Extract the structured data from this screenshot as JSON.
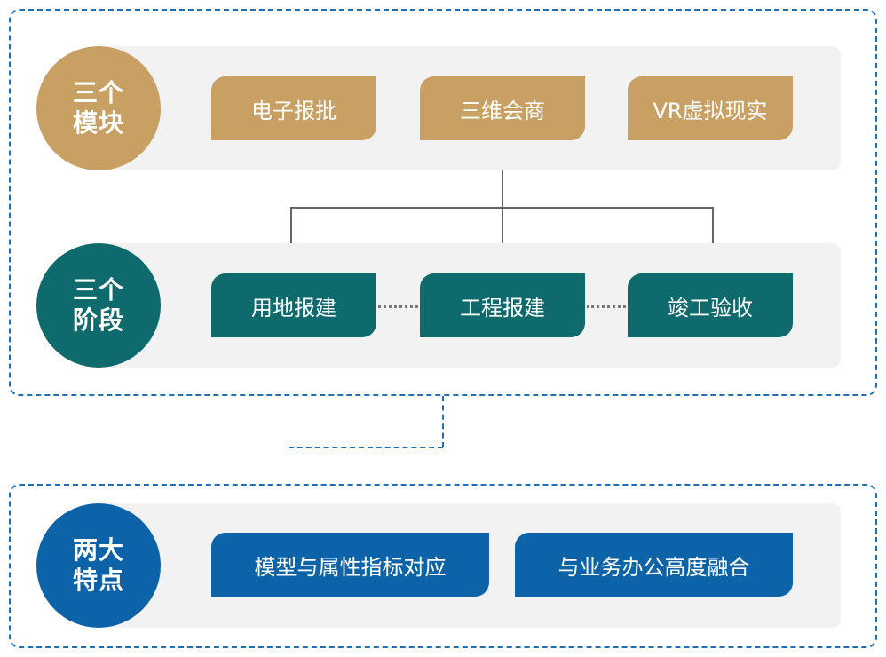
{
  "modules": {
    "title": "三个模块",
    "items": [
      "电子报批",
      "三维会商",
      "VR虚拟现实"
    ],
    "color": "#c8a063"
  },
  "stages": {
    "title": "三个阶段",
    "items": [
      "用地报建",
      "工程报建",
      "竣工验收"
    ],
    "color": "#0e6a6c"
  },
  "features": {
    "title": "两大特点",
    "items": [
      "模型与属性指标对应",
      "与业务办公高度融合"
    ],
    "color": "#0d63a8"
  },
  "frame_color": "#1f6fb2"
}
